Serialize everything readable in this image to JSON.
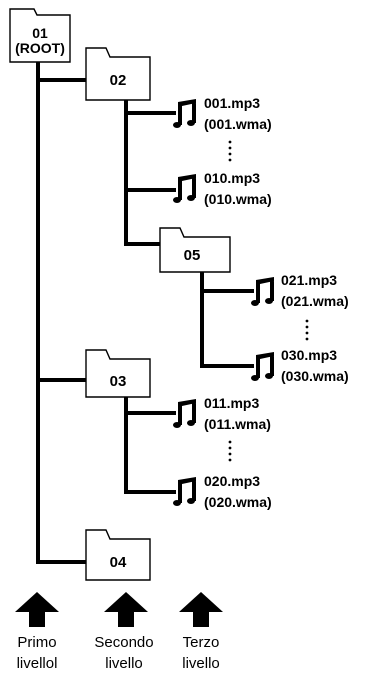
{
  "root": {
    "line1": "01",
    "line2": "(ROOT)"
  },
  "folders": [
    {
      "id": "02",
      "label": "02"
    },
    {
      "id": "05",
      "label": "05"
    },
    {
      "id": "03",
      "label": "03"
    },
    {
      "id": "04",
      "label": "04"
    }
  ],
  "files": [
    {
      "name": "001.mp3",
      "alt": "(001.wma)"
    },
    {
      "name": "010.mp3",
      "alt": "(010.wma)"
    },
    {
      "name": "021.mp3",
      "alt": "(021.wma)"
    },
    {
      "name": "030.mp3",
      "alt": "(030.wma)"
    },
    {
      "name": "011.mp3",
      "alt": "(011.wma)"
    },
    {
      "name": "020.mp3",
      "alt": "(020.wma)"
    }
  ],
  "levels": [
    {
      "line1": "Primo",
      "line2": "livellol"
    },
    {
      "line1": "Secondo",
      "line2": "livello"
    },
    {
      "line1": "Terzo",
      "line2": "livello"
    }
  ],
  "icons": {
    "folder": "folder-icon",
    "music": "music-note-icon",
    "arrow": "arrow-up-icon"
  },
  "colors": {
    "line": "#000000",
    "background": "#ffffff"
  }
}
